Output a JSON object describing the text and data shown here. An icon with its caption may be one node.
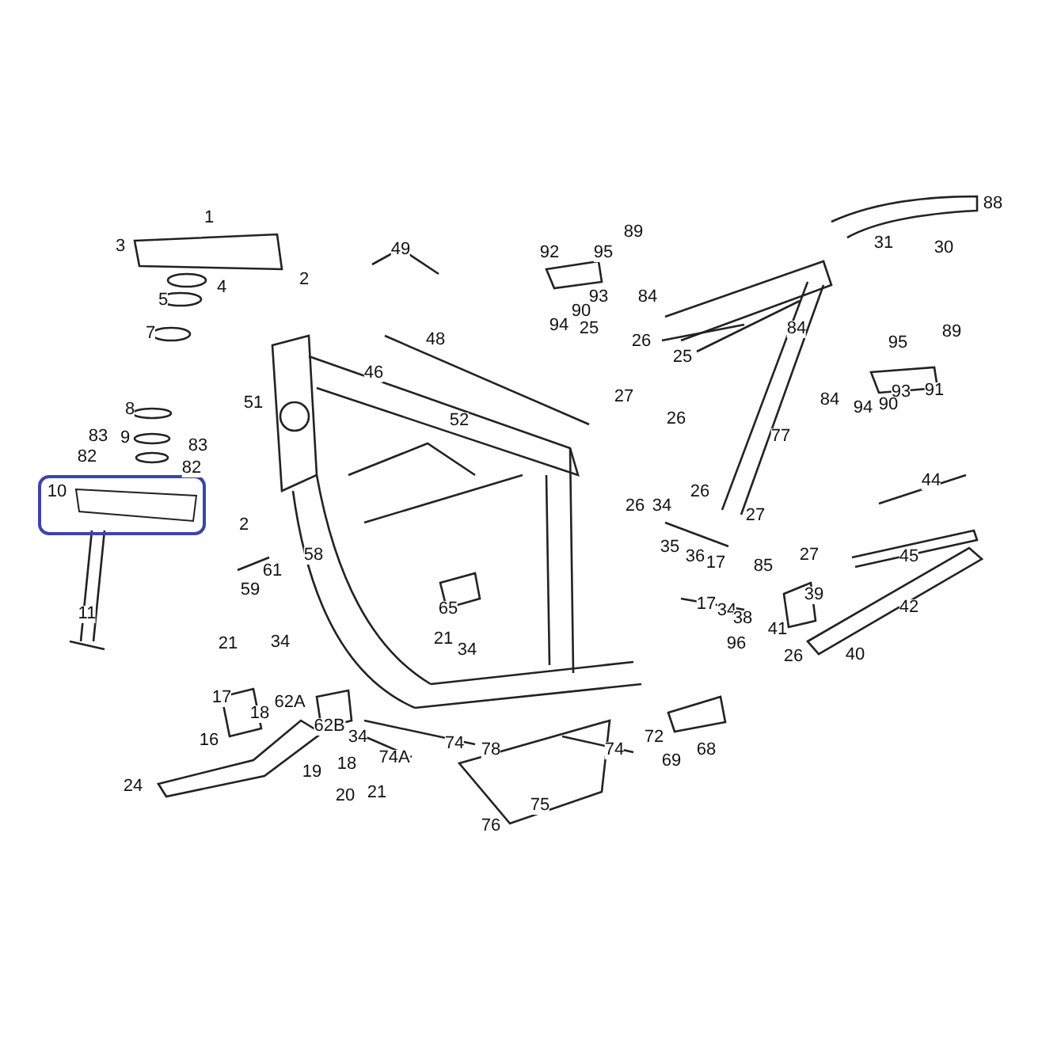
{
  "diagram": {
    "nodes": [
      {
        "text": [
          "10"
        ]
      }
    ],
    "labels": [
      "1",
      "49",
      "89",
      "88",
      "3",
      "92",
      "95",
      "31",
      "30",
      "2",
      "4",
      "93",
      "84",
      "5",
      "90",
      "94",
      "25",
      "26",
      "84",
      "25",
      "7",
      "89",
      "95",
      "48",
      "46",
      "93",
      "91",
      "51",
      "27",
      "26",
      "84",
      "94",
      "90",
      "8",
      "52",
      "77",
      "83",
      "9",
      "83",
      "82",
      "82",
      "44",
      "26",
      "26",
      "34",
      "27",
      "2",
      "35",
      "36",
      "17",
      "45",
      "85",
      "27",
      "58",
      "61",
      "59",
      "65",
      "11",
      "39",
      "17",
      "34",
      "38",
      "42",
      "41",
      "21",
      "34",
      "21",
      "34",
      "96",
      "26",
      "40",
      "17",
      "62A",
      "18",
      "62B",
      "16",
      "34",
      "72",
      "74",
      "74A",
      "78",
      "74",
      "68",
      "69",
      "18",
      "19",
      "24",
      "20",
      "21",
      "75",
      "76"
    ]
  }
}
